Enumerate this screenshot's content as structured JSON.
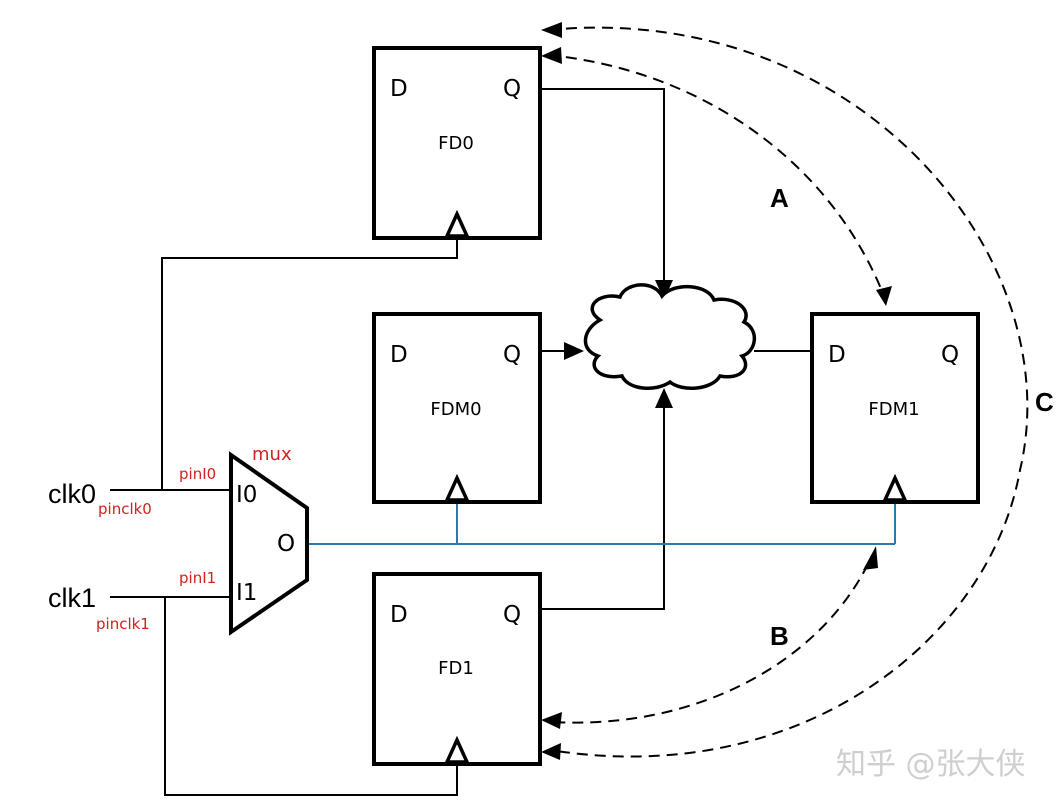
{
  "diagram": {
    "flip_flops": [
      {
        "id": "FD0",
        "name": "FD0",
        "d_label": "D",
        "q_label": "Q"
      },
      {
        "id": "FDM0",
        "name": "FDM0",
        "d_label": "D",
        "q_label": "Q"
      },
      {
        "id": "FDM1",
        "name": "FDM1",
        "d_label": "D",
        "q_label": "Q"
      },
      {
        "id": "FD1",
        "name": "FD1",
        "d_label": "D",
        "q_label": "Q"
      }
    ],
    "mux": {
      "label": "mux",
      "inputs": [
        "I0",
        "I1"
      ],
      "output": "O",
      "pin_labels": [
        "pinI0",
        "pinI1"
      ]
    },
    "clocks": [
      {
        "name": "clk0",
        "pin_label": "pinclk0"
      },
      {
        "name": "clk1",
        "pin_label": "pinclk1"
      }
    ],
    "timing_paths": [
      {
        "label": "A",
        "from": "FD0",
        "to": "FDM1"
      },
      {
        "label": "B",
        "from": "mux.O",
        "to": "FD1"
      },
      {
        "label": "C",
        "from": "FD0",
        "to": "FD1"
      }
    ],
    "colors": {
      "clock_net": "#2a7ab0",
      "annotation": "#d42020",
      "watermark": "#cfcfcf"
    },
    "watermark": "知乎 @张大侠"
  }
}
